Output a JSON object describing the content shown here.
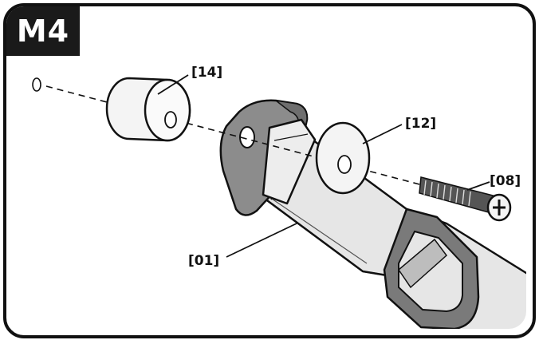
{
  "step": {
    "label": "M4"
  },
  "parts": {
    "spacer": "[14]",
    "washer": "[12]",
    "bolt": "[08]",
    "strap": "[01]"
  },
  "colors": {
    "outline": "#111111",
    "plate": "#8c8c8c",
    "strap": "#e6e6e6",
    "part_fill": "#f4f4f4",
    "buckle": "#7a7a7a"
  }
}
